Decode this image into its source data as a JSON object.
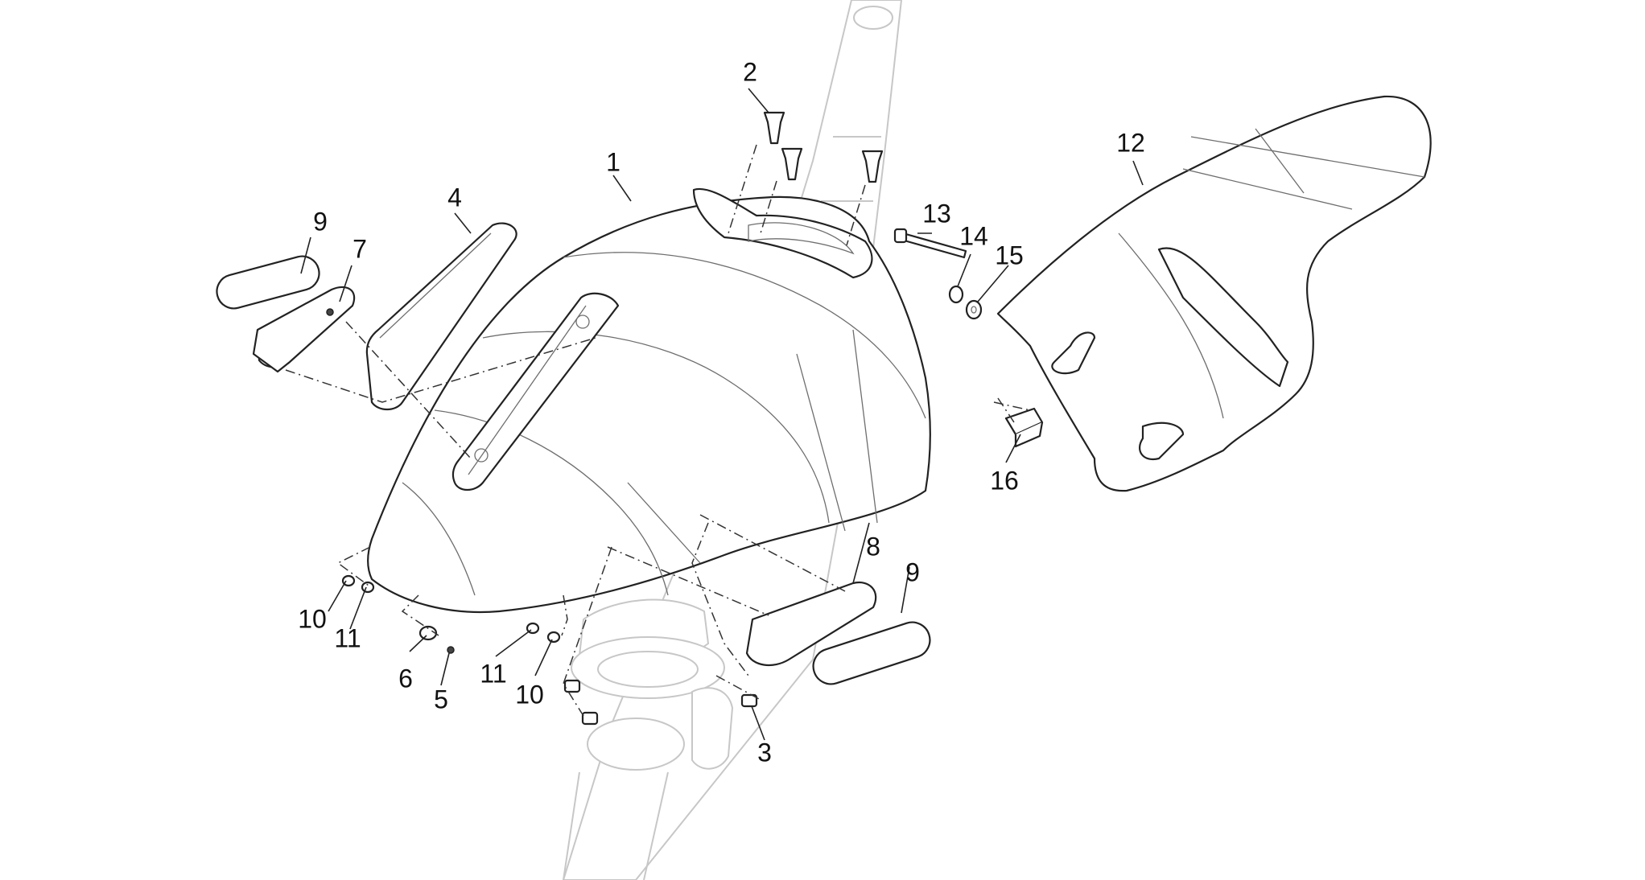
{
  "diagram": {
    "labels": {
      "p1": "1",
      "p2": "2",
      "p3": "3",
      "p4": "4",
      "p5": "5",
      "p6": "6",
      "p7": "7",
      "p8": "8",
      "p9a": "9",
      "p9b": "9",
      "p10a": "10",
      "p10b": "10",
      "p11a": "11",
      "p11b": "11",
      "p12": "12",
      "p13": "13",
      "p14": "14",
      "p15": "15",
      "p16": "16"
    },
    "colors": {
      "line": "#222222",
      "ghost": "#c7c7c7",
      "background": "#ffffff"
    }
  }
}
